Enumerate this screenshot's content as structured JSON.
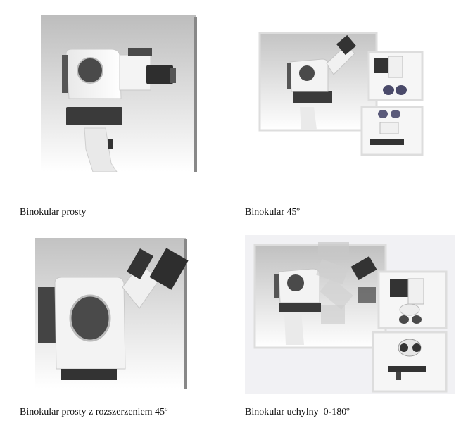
{
  "figures": [
    {
      "caption": "Binokular prosty"
    },
    {
      "caption": "Binokular 45º"
    },
    {
      "caption": "Binokular prosty z rozszerzeniem 45º"
    },
    {
      "caption": "Binokular uchylny  0-180º"
    }
  ]
}
